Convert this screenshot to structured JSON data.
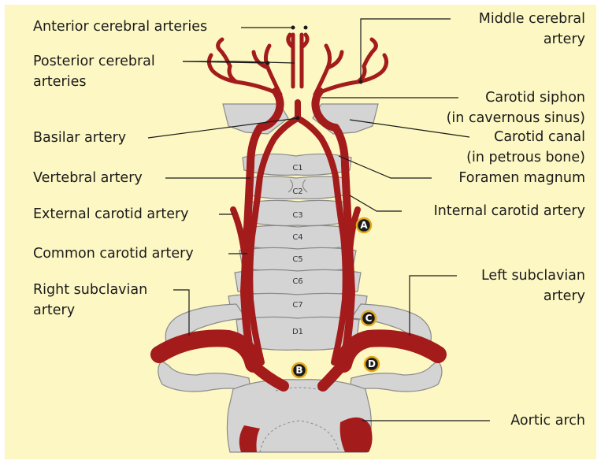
{
  "labels": {
    "anterior_cerebral": "Anterior cerebral arteries",
    "posterior_cerebral_1": "Posterior cerebral",
    "posterior_cerebral_2": "arteries",
    "basilar": "Basilar artery",
    "vertebral": "Vertebral artery",
    "external_carotid": "External carotid artery",
    "common_carotid": "Common carotid artery",
    "right_subclavian_1": "Right subclavian",
    "right_subclavian_2": "artery",
    "middle_cerebral_1": "Middle cerebral",
    "middle_cerebral_2": "artery",
    "carotid_siphon_1": "Carotid siphon",
    "carotid_siphon_2": "(in cavernous sinus)",
    "carotid_canal_1": "Carotid canal",
    "carotid_canal_2": "(in petrous bone)",
    "foramen_magnum": "Foramen magnum",
    "internal_carotid": "Internal carotid artery",
    "left_subclavian_1": "Left subclavian",
    "left_subclavian_2": "artery",
    "aortic_arch": "Aortic arch"
  },
  "vertebrae": [
    "C1",
    "C2",
    "C3",
    "C4",
    "C5",
    "C6",
    "C7",
    "D1"
  ],
  "markers": [
    "A",
    "B",
    "C",
    "D"
  ],
  "colors": {
    "artery": "#a31b1b",
    "bone": "#d4d4d4",
    "bone_outline": "#8a8a8a",
    "background": "#fdf7c3",
    "marker_fill": "#1a1a1a",
    "marker_ring": "#e3a81c"
  }
}
